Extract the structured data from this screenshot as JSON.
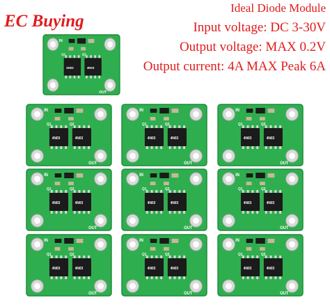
{
  "brand": {
    "name": "EC Buying"
  },
  "product": {
    "specs": [
      "Ideal Diode Module",
      "Input voltage: DC 3-30V",
      "Output voltage: MAX 0.2V",
      "Output current: 4A MAX Peak 6A"
    ]
  },
  "board": {
    "in_label": "IN",
    "out_label": "OUT",
    "q1_label": "Q1",
    "q2_label": "Q2",
    "chip_marking": "4N03"
  },
  "colors": {
    "brand_red": "#e01c1c",
    "pcb_green": "#2fae4f",
    "pcb_edge": "#1f8a3b",
    "chip_black": "#1b1b1b",
    "pad_silver": "#d9d9d9"
  }
}
